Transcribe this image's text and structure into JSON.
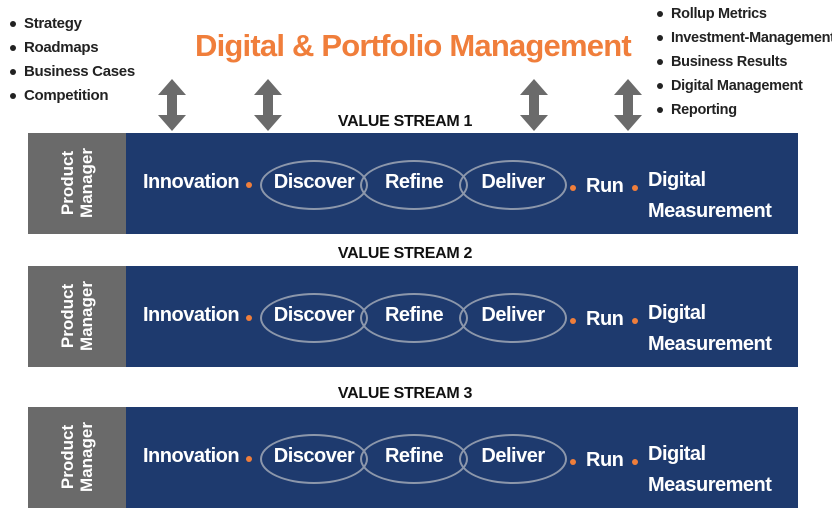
{
  "left_bullets": [
    "Strategy",
    "Roadmaps",
    "Business Cases",
    "Competition"
  ],
  "title": "Digital & Portfolio Management",
  "right_bullets": [
    "Rollup Metrics",
    "Investment-Management",
    "Business Results",
    "Digital Management",
    "Reporting"
  ],
  "arrows": [
    {
      "icon": "double-arrow-vertical-icon"
    },
    {
      "icon": "double-arrow-vertical-icon"
    },
    {
      "icon": "double-arrow-vertical-icon"
    },
    {
      "icon": "double-arrow-vertical-icon"
    }
  ],
  "colors": {
    "stream_bg": "#1e3a6e",
    "product_manager_bg": "#6a6a6a",
    "accent": "#f07e3b",
    "oval_border": "#8c97ab",
    "arrow": "#6b6b6b"
  },
  "streams": [
    {
      "label": "VALUE STREAM 1",
      "product_manager": [
        "Product",
        "Manager"
      ],
      "innovation": "Innovation",
      "loop": [
        "Discover",
        "Refine",
        "Deliver"
      ],
      "run": "Run",
      "measurement": [
        "Digital",
        "Measurement"
      ]
    },
    {
      "label": "VALUE STREAM 2",
      "product_manager": [
        "Product",
        "Manager"
      ],
      "innovation": "Innovation",
      "loop": [
        "Discover",
        "Refine",
        "Deliver"
      ],
      "run": "Run",
      "measurement": [
        "Digital",
        "Measurement"
      ]
    },
    {
      "label": "VALUE STREAM 3",
      "product_manager": [
        "Product",
        "Manager"
      ],
      "innovation": "Innovation",
      "loop": [
        "Discover",
        "Refine",
        "Deliver"
      ],
      "run": "Run",
      "measurement": [
        "Digital",
        "Measurement"
      ]
    }
  ]
}
